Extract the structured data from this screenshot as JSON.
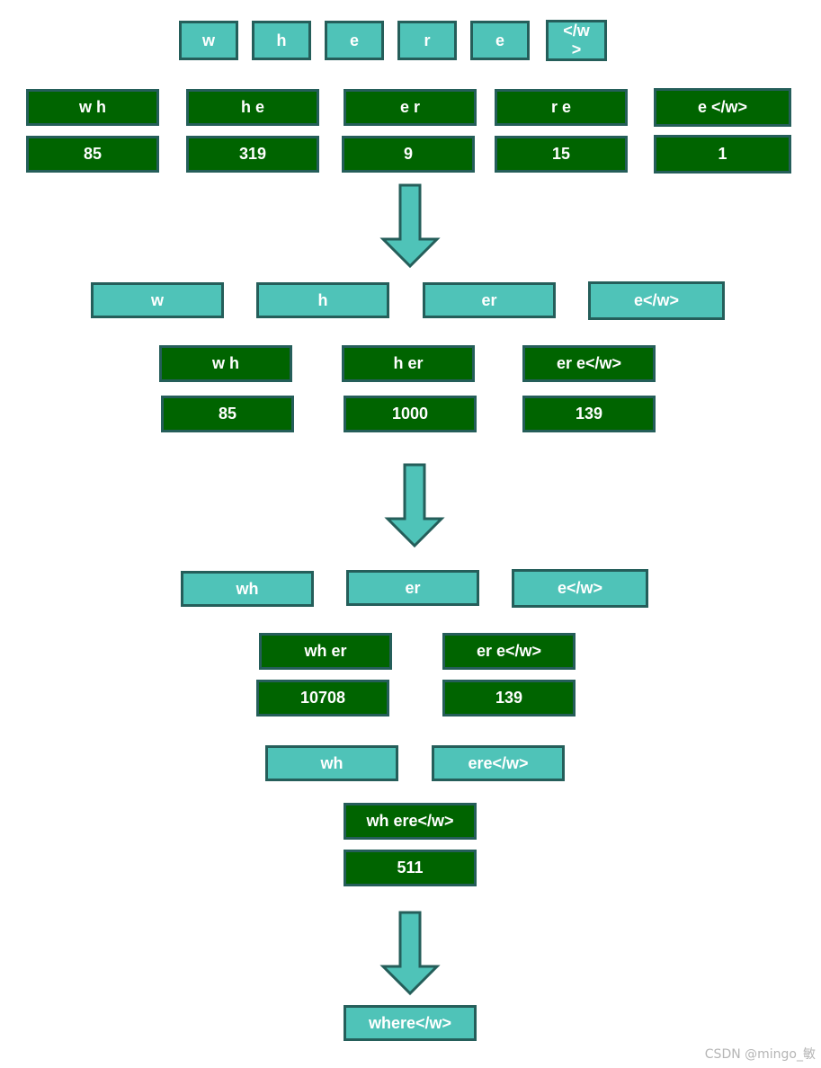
{
  "colors": {
    "token_fill": "#4fc3b8",
    "pair_fill": "#006400",
    "border": "#255e5a",
    "text": "#ffffff",
    "watermark": "#b5b5b5"
  },
  "stage1": {
    "tokens": [
      "w",
      "h",
      "e",
      "r",
      "e",
      "</w>"
    ],
    "pairs": [
      "w h",
      "h e",
      "e r",
      "r e",
      "e </w>"
    ],
    "counts": [
      "85",
      "319",
      "9",
      "15",
      "1"
    ]
  },
  "stage2": {
    "tokens": [
      "w",
      "h",
      "er",
      "e</w>"
    ],
    "pairs": [
      "w h",
      "h er",
      "er e</w>"
    ],
    "counts": [
      "85",
      "1000",
      "139"
    ]
  },
  "stage3": {
    "tokens": [
      "wh",
      "er",
      "e</w>"
    ],
    "pairs": [
      "wh er",
      "er e</w>"
    ],
    "counts": [
      "10708",
      "139"
    ]
  },
  "stage4": {
    "tokens": [
      "wh",
      "ere</w>"
    ],
    "pairs": [
      "wh ere</w>"
    ],
    "counts": [
      "511"
    ]
  },
  "result": {
    "token": "where</w>"
  },
  "arrow_icon": "down-arrow-icon",
  "watermark": "CSDN @mingo_敏"
}
